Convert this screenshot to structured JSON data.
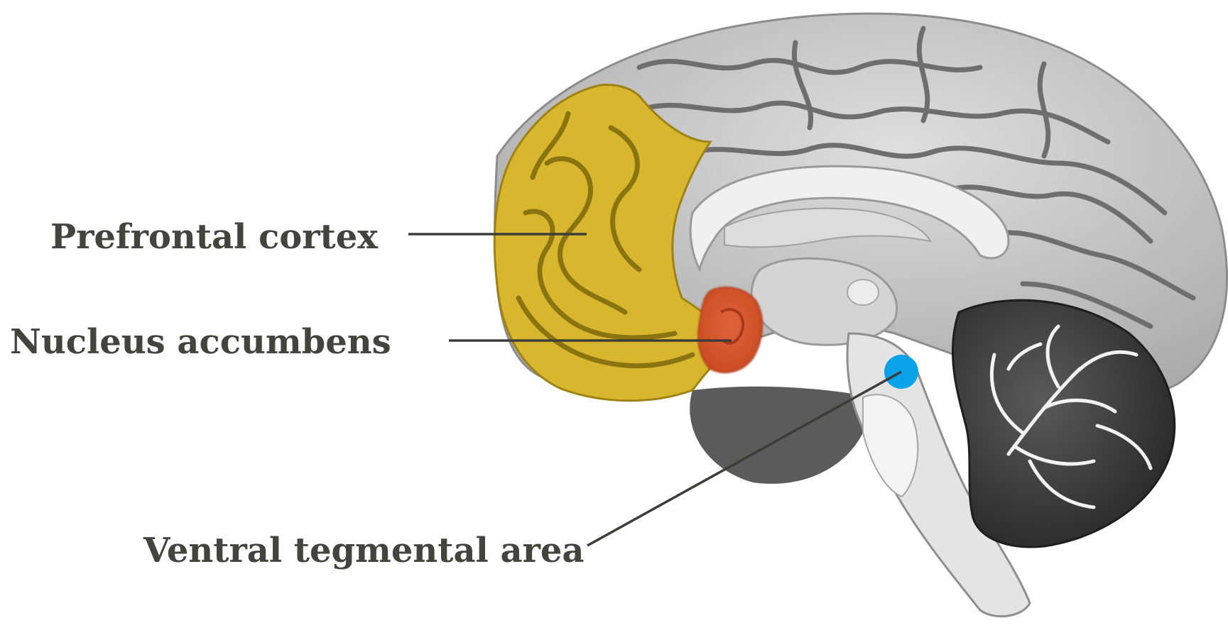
{
  "labels": {
    "prefrontal_cortex": "Prefrontal cortex",
    "nucleus_accumbens": "Nucleus accumbens",
    "ventral_tegmental_area": "Ventral tegmental area"
  },
  "colors": {
    "prefrontal_cortex": "#d8b62e",
    "nucleus_accumbens": "#d2532b",
    "ventral_tegmental_area": "#0aa2e8",
    "brain_tissue": "#b9b9b9",
    "label_text": "#44443f"
  },
  "icons": {
    "brain": "brain-sagittal-section-illustration"
  }
}
